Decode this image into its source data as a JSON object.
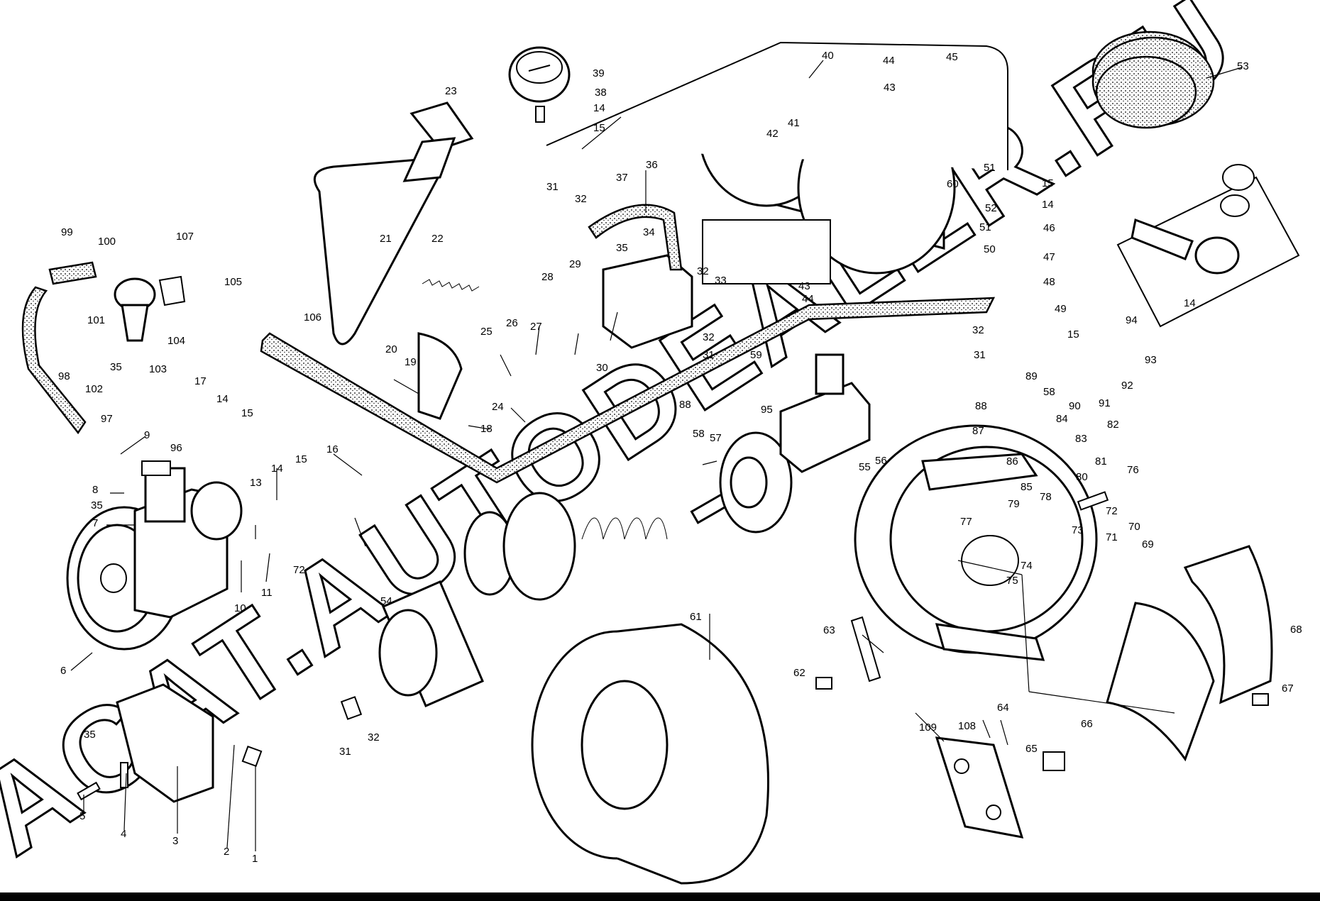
{
  "watermark": {
    "text": "ACAT.AUTODEALER.RU"
  },
  "callouts": [
    {
      "id": "c1",
      "label": "1"
    },
    {
      "id": "c2",
      "label": "2"
    },
    {
      "id": "c3",
      "label": "3"
    },
    {
      "id": "c4",
      "label": "4"
    },
    {
      "id": "c5",
      "label": "5"
    },
    {
      "id": "c6",
      "label": "6"
    },
    {
      "id": "c7",
      "label": "7"
    },
    {
      "id": "c8",
      "label": "8"
    },
    {
      "id": "c9",
      "label": "9"
    },
    {
      "id": "c10",
      "label": "10"
    },
    {
      "id": "c11",
      "label": "11"
    },
    {
      "id": "c12",
      "label": "72"
    },
    {
      "id": "c13",
      "label": "13"
    },
    {
      "id": "c14a",
      "label": "14"
    },
    {
      "id": "c15a",
      "label": "15"
    },
    {
      "id": "c16",
      "label": "16"
    },
    {
      "id": "c14b",
      "label": "14"
    },
    {
      "id": "c15b",
      "label": "15"
    },
    {
      "id": "c17",
      "label": "17"
    },
    {
      "id": "c18",
      "label": "18"
    },
    {
      "id": "c19",
      "label": "19"
    },
    {
      "id": "c20",
      "label": "20"
    },
    {
      "id": "c21",
      "label": "21"
    },
    {
      "id": "c22",
      "label": "22"
    },
    {
      "id": "c23",
      "label": "23"
    },
    {
      "id": "c24",
      "label": "24"
    },
    {
      "id": "c25",
      "label": "25"
    },
    {
      "id": "c26",
      "label": "26"
    },
    {
      "id": "c27",
      "label": "27"
    },
    {
      "id": "c28",
      "label": "28"
    },
    {
      "id": "c29",
      "label": "29"
    },
    {
      "id": "c30",
      "label": "30"
    },
    {
      "id": "c31a",
      "label": "31"
    },
    {
      "id": "c32a",
      "label": "32"
    },
    {
      "id": "c33",
      "label": "33"
    },
    {
      "id": "c34",
      "label": "34"
    },
    {
      "id": "c35a",
      "label": "35"
    },
    {
      "id": "c36",
      "label": "36"
    },
    {
      "id": "c37",
      "label": "37"
    },
    {
      "id": "c38",
      "label": "38"
    },
    {
      "id": "c14c",
      "label": "14"
    },
    {
      "id": "c15c",
      "label": "15"
    },
    {
      "id": "c39",
      "label": "39"
    },
    {
      "id": "c40",
      "label": "40"
    },
    {
      "id": "c41",
      "label": "41"
    },
    {
      "id": "c42",
      "label": "42"
    },
    {
      "id": "c43a",
      "label": "43"
    },
    {
      "id": "c44a",
      "label": "44"
    },
    {
      "id": "c45",
      "label": "45"
    },
    {
      "id": "c43b",
      "label": "43"
    },
    {
      "id": "c44b",
      "label": "44"
    },
    {
      "id": "c46",
      "label": "46"
    },
    {
      "id": "c47",
      "label": "47"
    },
    {
      "id": "c48",
      "label": "48"
    },
    {
      "id": "c49",
      "label": "49"
    },
    {
      "id": "c50",
      "label": "50"
    },
    {
      "id": "c51a",
      "label": "51"
    },
    {
      "id": "c51b",
      "label": "51"
    },
    {
      "id": "c52",
      "label": "52"
    },
    {
      "id": "c60",
      "label": "60"
    },
    {
      "id": "c15d",
      "label": "15"
    },
    {
      "id": "c14d",
      "label": "14"
    },
    {
      "id": "c53",
      "label": "53"
    },
    {
      "id": "c54",
      "label": "54"
    },
    {
      "id": "c55",
      "label": "55"
    },
    {
      "id": "c56",
      "label": "56"
    },
    {
      "id": "c57",
      "label": "57"
    },
    {
      "id": "c58a",
      "label": "58"
    },
    {
      "id": "c59",
      "label": "59"
    },
    {
      "id": "c31b",
      "label": "31"
    },
    {
      "id": "c32b",
      "label": "32"
    },
    {
      "id": "c32c",
      "label": "32"
    },
    {
      "id": "c61",
      "label": "61"
    },
    {
      "id": "c62",
      "label": "62"
    },
    {
      "id": "c63",
      "label": "63"
    },
    {
      "id": "c64",
      "label": "64"
    },
    {
      "id": "c65",
      "label": "65"
    },
    {
      "id": "c66",
      "label": "66"
    },
    {
      "id": "c67",
      "label": "67"
    },
    {
      "id": "c68",
      "label": "68"
    },
    {
      "id": "c69",
      "label": "69"
    },
    {
      "id": "c70",
      "label": "70"
    },
    {
      "id": "c71",
      "label": "71"
    },
    {
      "id": "c72b",
      "label": "72"
    },
    {
      "id": "c73",
      "label": "73"
    },
    {
      "id": "c74",
      "label": "74"
    },
    {
      "id": "c75",
      "label": "75"
    },
    {
      "id": "c76",
      "label": "76"
    },
    {
      "id": "c77",
      "label": "77"
    },
    {
      "id": "c78",
      "label": "78"
    },
    {
      "id": "c79",
      "label": "79"
    },
    {
      "id": "c80",
      "label": "80"
    },
    {
      "id": "c81",
      "label": "81"
    },
    {
      "id": "c82",
      "label": "82"
    },
    {
      "id": "c83",
      "label": "83"
    },
    {
      "id": "c84",
      "label": "84"
    },
    {
      "id": "c85",
      "label": "85"
    },
    {
      "id": "c86",
      "label": "86"
    },
    {
      "id": "c87",
      "label": "87"
    },
    {
      "id": "c88a",
      "label": "88"
    },
    {
      "id": "c88b",
      "label": "88"
    },
    {
      "id": "c89",
      "label": "89"
    },
    {
      "id": "c90",
      "label": "90"
    },
    {
      "id": "c91",
      "label": "91"
    },
    {
      "id": "c92",
      "label": "92"
    },
    {
      "id": "c93",
      "label": "93"
    },
    {
      "id": "c94",
      "label": "94"
    },
    {
      "id": "c95",
      "label": "95"
    },
    {
      "id": "c96",
      "label": "96"
    },
    {
      "id": "c97",
      "label": "97"
    },
    {
      "id": "c98",
      "label": "98"
    },
    {
      "id": "c99",
      "label": "99"
    },
    {
      "id": "c100",
      "label": "100"
    },
    {
      "id": "c101",
      "label": "101"
    },
    {
      "id": "c102",
      "label": "102"
    },
    {
      "id": "c103",
      "label": "103"
    },
    {
      "id": "c104",
      "label": "104"
    },
    {
      "id": "c105",
      "label": "105"
    },
    {
      "id": "c106",
      "label": "106"
    },
    {
      "id": "c107",
      "label": "107"
    },
    {
      "id": "c108",
      "label": "108"
    },
    {
      "id": "c109",
      "label": "109"
    },
    {
      "id": "c35b",
      "label": "35"
    },
    {
      "id": "c35c",
      "label": "35"
    },
    {
      "id": "c35d",
      "label": "35"
    },
    {
      "id": "c31c",
      "label": "31"
    },
    {
      "id": "c32d",
      "label": "32"
    },
    {
      "id": "c14e",
      "label": "14"
    },
    {
      "id": "c15e",
      "label": "15"
    },
    {
      "id": "c58b",
      "label": "58"
    },
    {
      "id": "c31d",
      "label": "31"
    },
    {
      "id": "c32e",
      "label": "32"
    }
  ]
}
